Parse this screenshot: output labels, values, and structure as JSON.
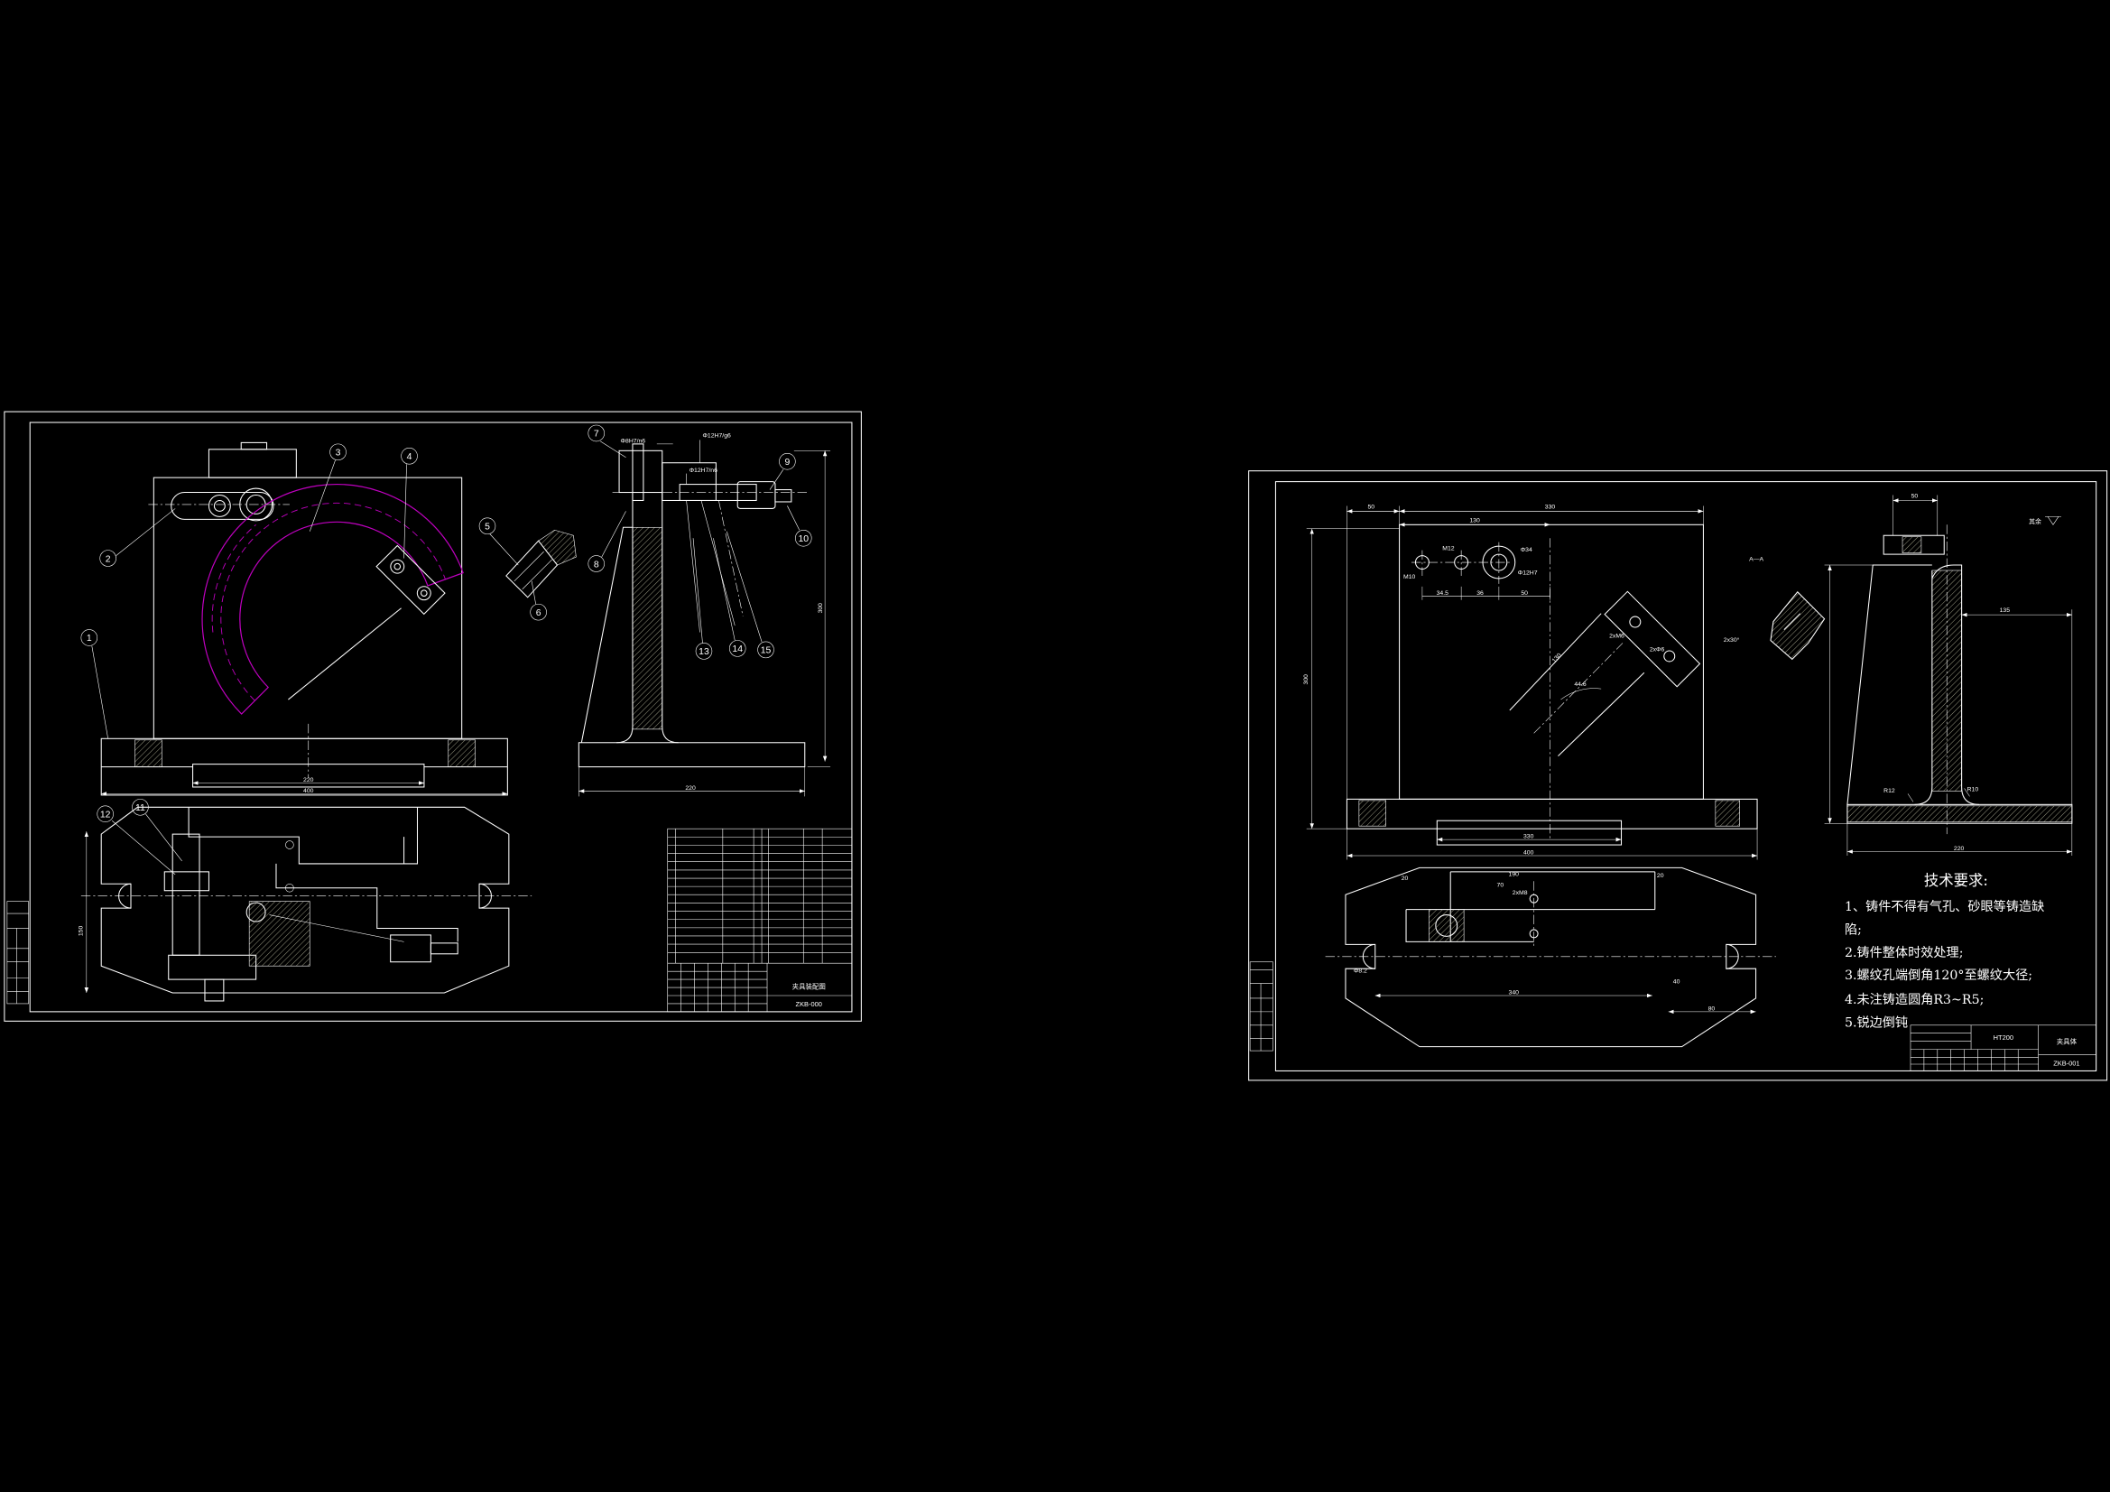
{
  "viewer": {
    "background": "#000000",
    "line_color": "#ffffff",
    "workpiece_color": "#c000c0",
    "hatch_color": "#a8a890"
  },
  "assembly": {
    "balloons": [
      "1",
      "2",
      "3",
      "4",
      "5",
      "6",
      "7",
      "8",
      "9",
      "10",
      "11",
      "12",
      "13",
      "14",
      "15"
    ],
    "dims": {
      "slot": "220",
      "base": "400",
      "side_base": "220",
      "height": "300",
      "depth": "150",
      "fit_pin": "Φ8H7/n6",
      "fit_bush_top": "Φ12H7/g6",
      "fit_bush": "Φ12H7/n6"
    },
    "title_block": {
      "name": "夹具装配图",
      "code": "ZKB-000"
    }
  },
  "part": {
    "dims": {
      "top_left": "50",
      "top_width": "330",
      "hole_offset": "130",
      "height": "300",
      "m10": "M10",
      "m12": "M12",
      "bore": "Φ34",
      "bore_fit": "Φ12H7",
      "x1": "34.5",
      "x2": "36",
      "x3": "50",
      "angle": "44.6",
      "slant": "130",
      "block_thread": "2xM6",
      "block_holes": "2xΦ6",
      "base_slot": "330",
      "base_width": "400",
      "side_top": "50",
      "side_arm": "135",
      "side_base": "220",
      "fillet_a": "R10",
      "fillet_b": "R12",
      "plan_width": "190",
      "plan_left": "20",
      "plan_right": "20",
      "plan_inner": "70",
      "plan_thread": "2xM8",
      "plan_slot": "340",
      "plan_offset": "80",
      "plan_chamfer": "40",
      "slot_dia": "Φ8.2",
      "section_chamfer": "2x30°"
    },
    "section_label": "A—A",
    "surface_note": "其余",
    "tech_requirements": {
      "heading": "技术要求:",
      "lines": [
        "1、铸件不得有气孔、砂眼等铸造缺",
        "陷;",
        "2.铸件整体时效处理;",
        "3.螺纹孔端倒角120°至螺纹大径;",
        "4.未注铸造圆角R3~R5;",
        "5.锐边倒钝"
      ]
    },
    "title_block": {
      "material": "HT200",
      "name": "夹具体",
      "code": "ZKB-001"
    }
  }
}
